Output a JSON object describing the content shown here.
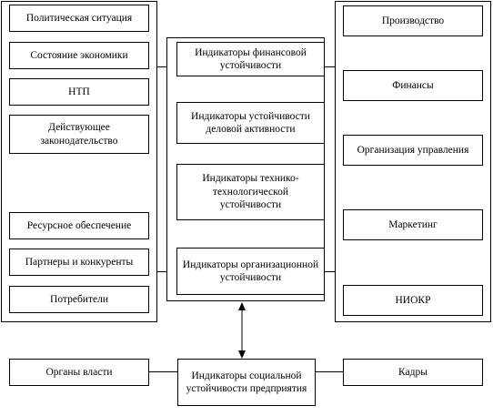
{
  "external_factors": [
    "Политическая ситуация",
    "Состояние экономики",
    "НТП",
    "Действующее законодательство",
    "Ресурсное обеспечение",
    "Партнеры и конкуренты",
    "Потребители"
  ],
  "indicators": [
    "Индикаторы финансовой устойчивости",
    "Индикаторы устойчивости деловой активности",
    "Индикаторы технико-технологической устойчивости",
    "Индикаторы организационной устойчивости"
  ],
  "internal_factors": [
    "Производство",
    "Финансы",
    "Организация управления",
    "Маркетинг",
    "НИОКР"
  ],
  "bottom": {
    "left": "Органы власти",
    "center": "Индикаторы социальной устойчивости предприятия",
    "right": "Кадры"
  }
}
